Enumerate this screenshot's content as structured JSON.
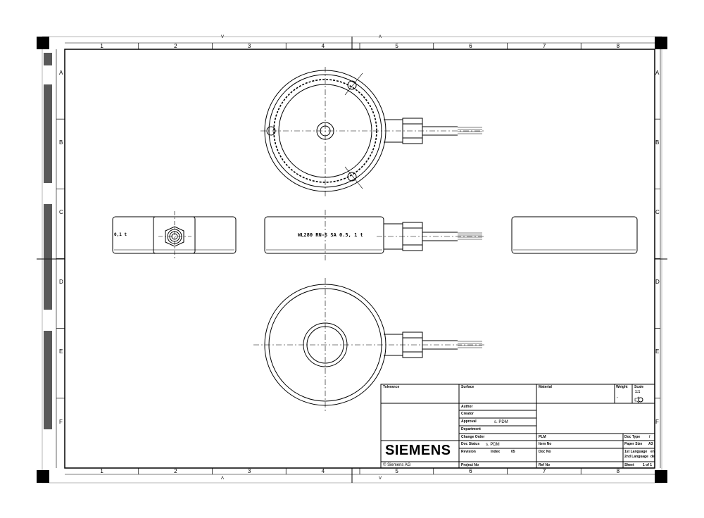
{
  "zones": {
    "columns": [
      "1",
      "2",
      "3",
      "4",
      "5",
      "6",
      "7",
      "8"
    ],
    "rows": [
      "A",
      "B",
      "C",
      "D",
      "E",
      "F"
    ]
  },
  "center_marks": {
    "top": [
      "V",
      "Λ"
    ],
    "bottom": [
      "Λ",
      "V"
    ]
  },
  "part_marking": "WL280 RN-S SA 0.5, 1 t",
  "side_marking_left": "0,1 t",
  "title_block": {
    "tolerance": "Tolerance",
    "surface": "Surface",
    "material": "Material",
    "weight": "Weight",
    "weight_value": "-",
    "scale": "Scale",
    "scale_value": "1:1",
    "author": "Author",
    "creator": "Creator",
    "approval": "Approval",
    "approval_value": "s. PDM",
    "department": "Department",
    "change_order": "Change Order",
    "plm": "PLM",
    "doc_type": "Doc Type",
    "doc_type_value": "/",
    "doc_status": "Doc Status",
    "doc_status_value": "s. PDM",
    "item_no": "Item No",
    "paper_size": "Paper Size",
    "paper_size_value": "A3",
    "revision": "Revision",
    "index": "Index",
    "index_value": "05",
    "doc_no": "Doc No",
    "lang1": "1st Language",
    "lang1_value": "en",
    "lang2": "2nd Language",
    "lang2_value": "de",
    "project_no": "Project No",
    "ref_no": "Ref No",
    "sheet": "Sheet",
    "sheet_value": "1 of 1",
    "brand": "SIEMENS",
    "copyright": "© Siemens AG"
  }
}
